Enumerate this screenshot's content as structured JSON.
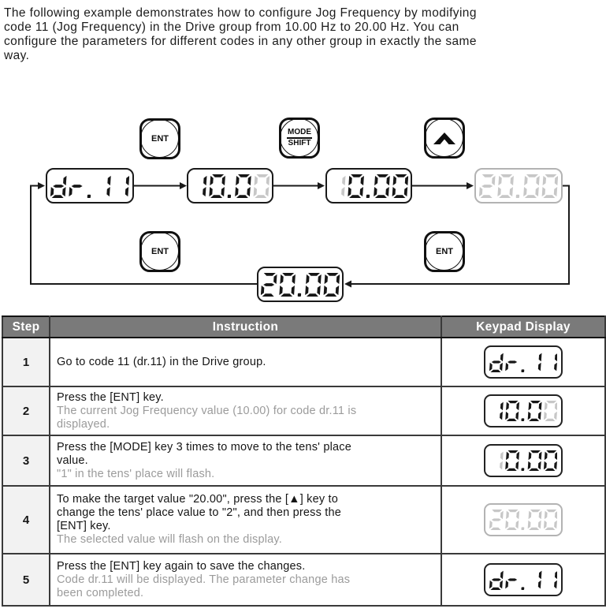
{
  "paragraph": {
    "lines": [
      "The following example demonstrates how to configure Jog Frequency by modifying",
      "code 11 (Jog Frequency) in the Drive group from 10.00 Hz to 20.00 Hz. You can",
      "configure the parameters for different codes in any other group in exactly the same",
      "way."
    ]
  },
  "diagram": {
    "buttons": {
      "ent_top": {
        "label": "ENT"
      },
      "mode_shift": {
        "label_top": "MODE",
        "label_bottom": "SHIFT"
      },
      "up_arrow": {
        "icon": "up-chevron"
      },
      "ent_bottom_left": {
        "label": "ENT"
      },
      "ent_bottom_right": {
        "label": "ENT"
      }
    },
    "displays": [
      {
        "value": "dr.11",
        "flash": "00000"
      },
      {
        "value": "10.00",
        "flash": "00001"
      },
      {
        "value": "10.00",
        "flash": "10000"
      },
      {
        "value": "20.00",
        "flash": "11111"
      },
      {
        "value": "20.00",
        "flash": "00000"
      }
    ]
  },
  "table": {
    "headers": [
      "Step",
      "Instruction",
      "Keypad Display"
    ],
    "rows": [
      {
        "step": "1",
        "main": [
          "Go to code 11 (dr.11) in the Drive group."
        ],
        "note": [],
        "display": {
          "value": "dr.11",
          "flash": "00000"
        }
      },
      {
        "step": "2",
        "main": [
          "Press the [ENT] key."
        ],
        "note": [
          "The current Jog Frequency value (10.00) for code dr.11 is",
          "displayed."
        ],
        "display": {
          "value": "10.00",
          "flash": "00001"
        }
      },
      {
        "step": "3",
        "main": [
          "Press the [MODE] key 3 times to move to the tens' place",
          "value."
        ],
        "note": [
          "\"1\" in the tens' place will flash."
        ],
        "display": {
          "value": "10.00",
          "flash": "10000"
        }
      },
      {
        "step": "4",
        "main": [
          "To make the target value \"20.00\", press the [▲] key to",
          "change the tens' place value to \"2\", and then press the",
          "[ENT] key."
        ],
        "note": [
          "The selected value will flash on the display."
        ],
        "display": {
          "value": "20.00",
          "flash": "11111"
        }
      },
      {
        "step": "5",
        "main": [
          "Press the [ENT] key again to save the changes."
        ],
        "note": [
          "Code dr.11 will be displayed. The parameter change has",
          "been completed."
        ],
        "display": {
          "value": "dr.11",
          "flash": "00000"
        }
      }
    ]
  },
  "colors": {
    "segment_on": "#161616",
    "segment_flash": "#c7c7c7",
    "header_bg": "#7a7a7a",
    "note_text": "#9b9b9b",
    "line": "#1a1a1a"
  }
}
